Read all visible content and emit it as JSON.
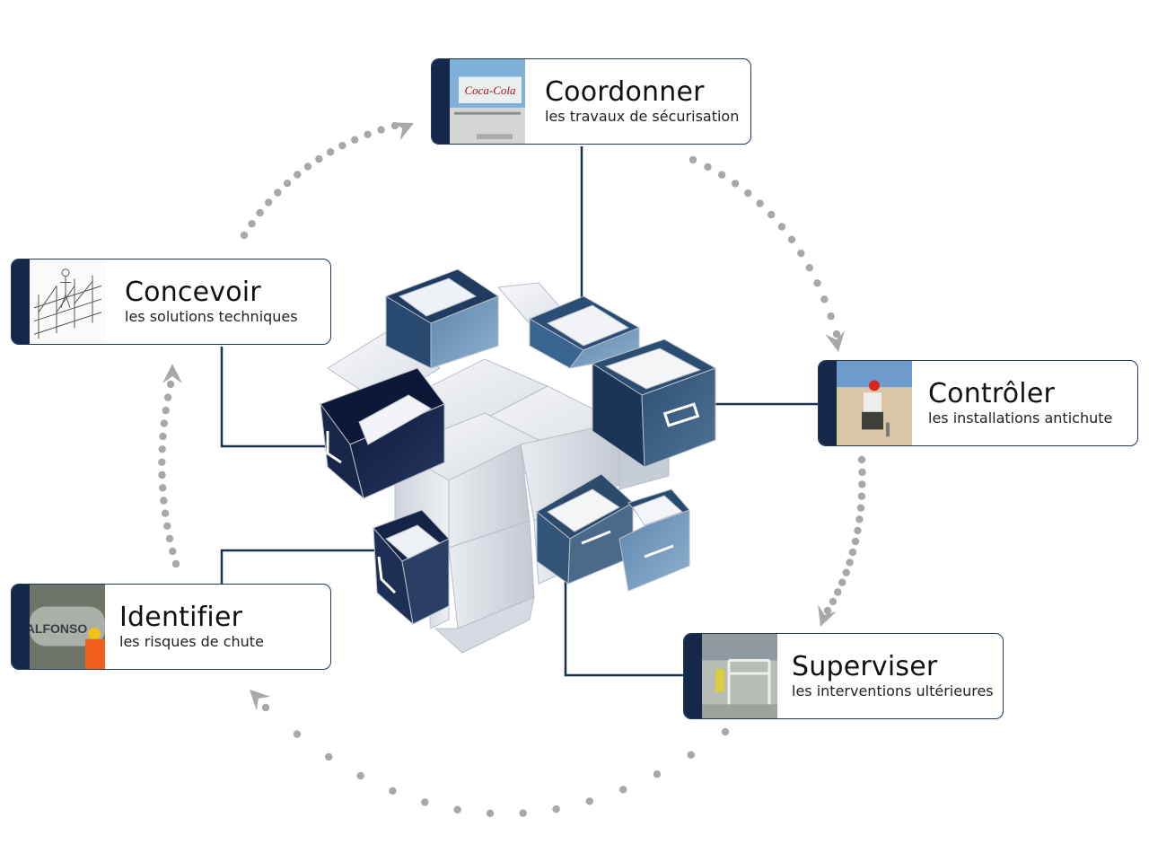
{
  "steps": [
    {
      "title": "Coordonner",
      "subtitle": "les travaux de sécurisation"
    },
    {
      "title": "Contrôler",
      "subtitle": "les installations antichute"
    },
    {
      "title": "Superviser",
      "subtitle": "les interventions ultérieures"
    },
    {
      "title": "Identifier",
      "subtitle": "les risques de chute"
    },
    {
      "title": "Concevoir",
      "subtitle": "les solutions techniques"
    }
  ],
  "photo_text": {
    "coca_cola": "Coca-Cola",
    "tanker": "ALFONSO"
  },
  "colors": {
    "navy": "#15284a",
    "card_border": "#1f3a5a",
    "arrow_dots": "#a8a8a8",
    "cube_face": "#e6e9ee"
  }
}
